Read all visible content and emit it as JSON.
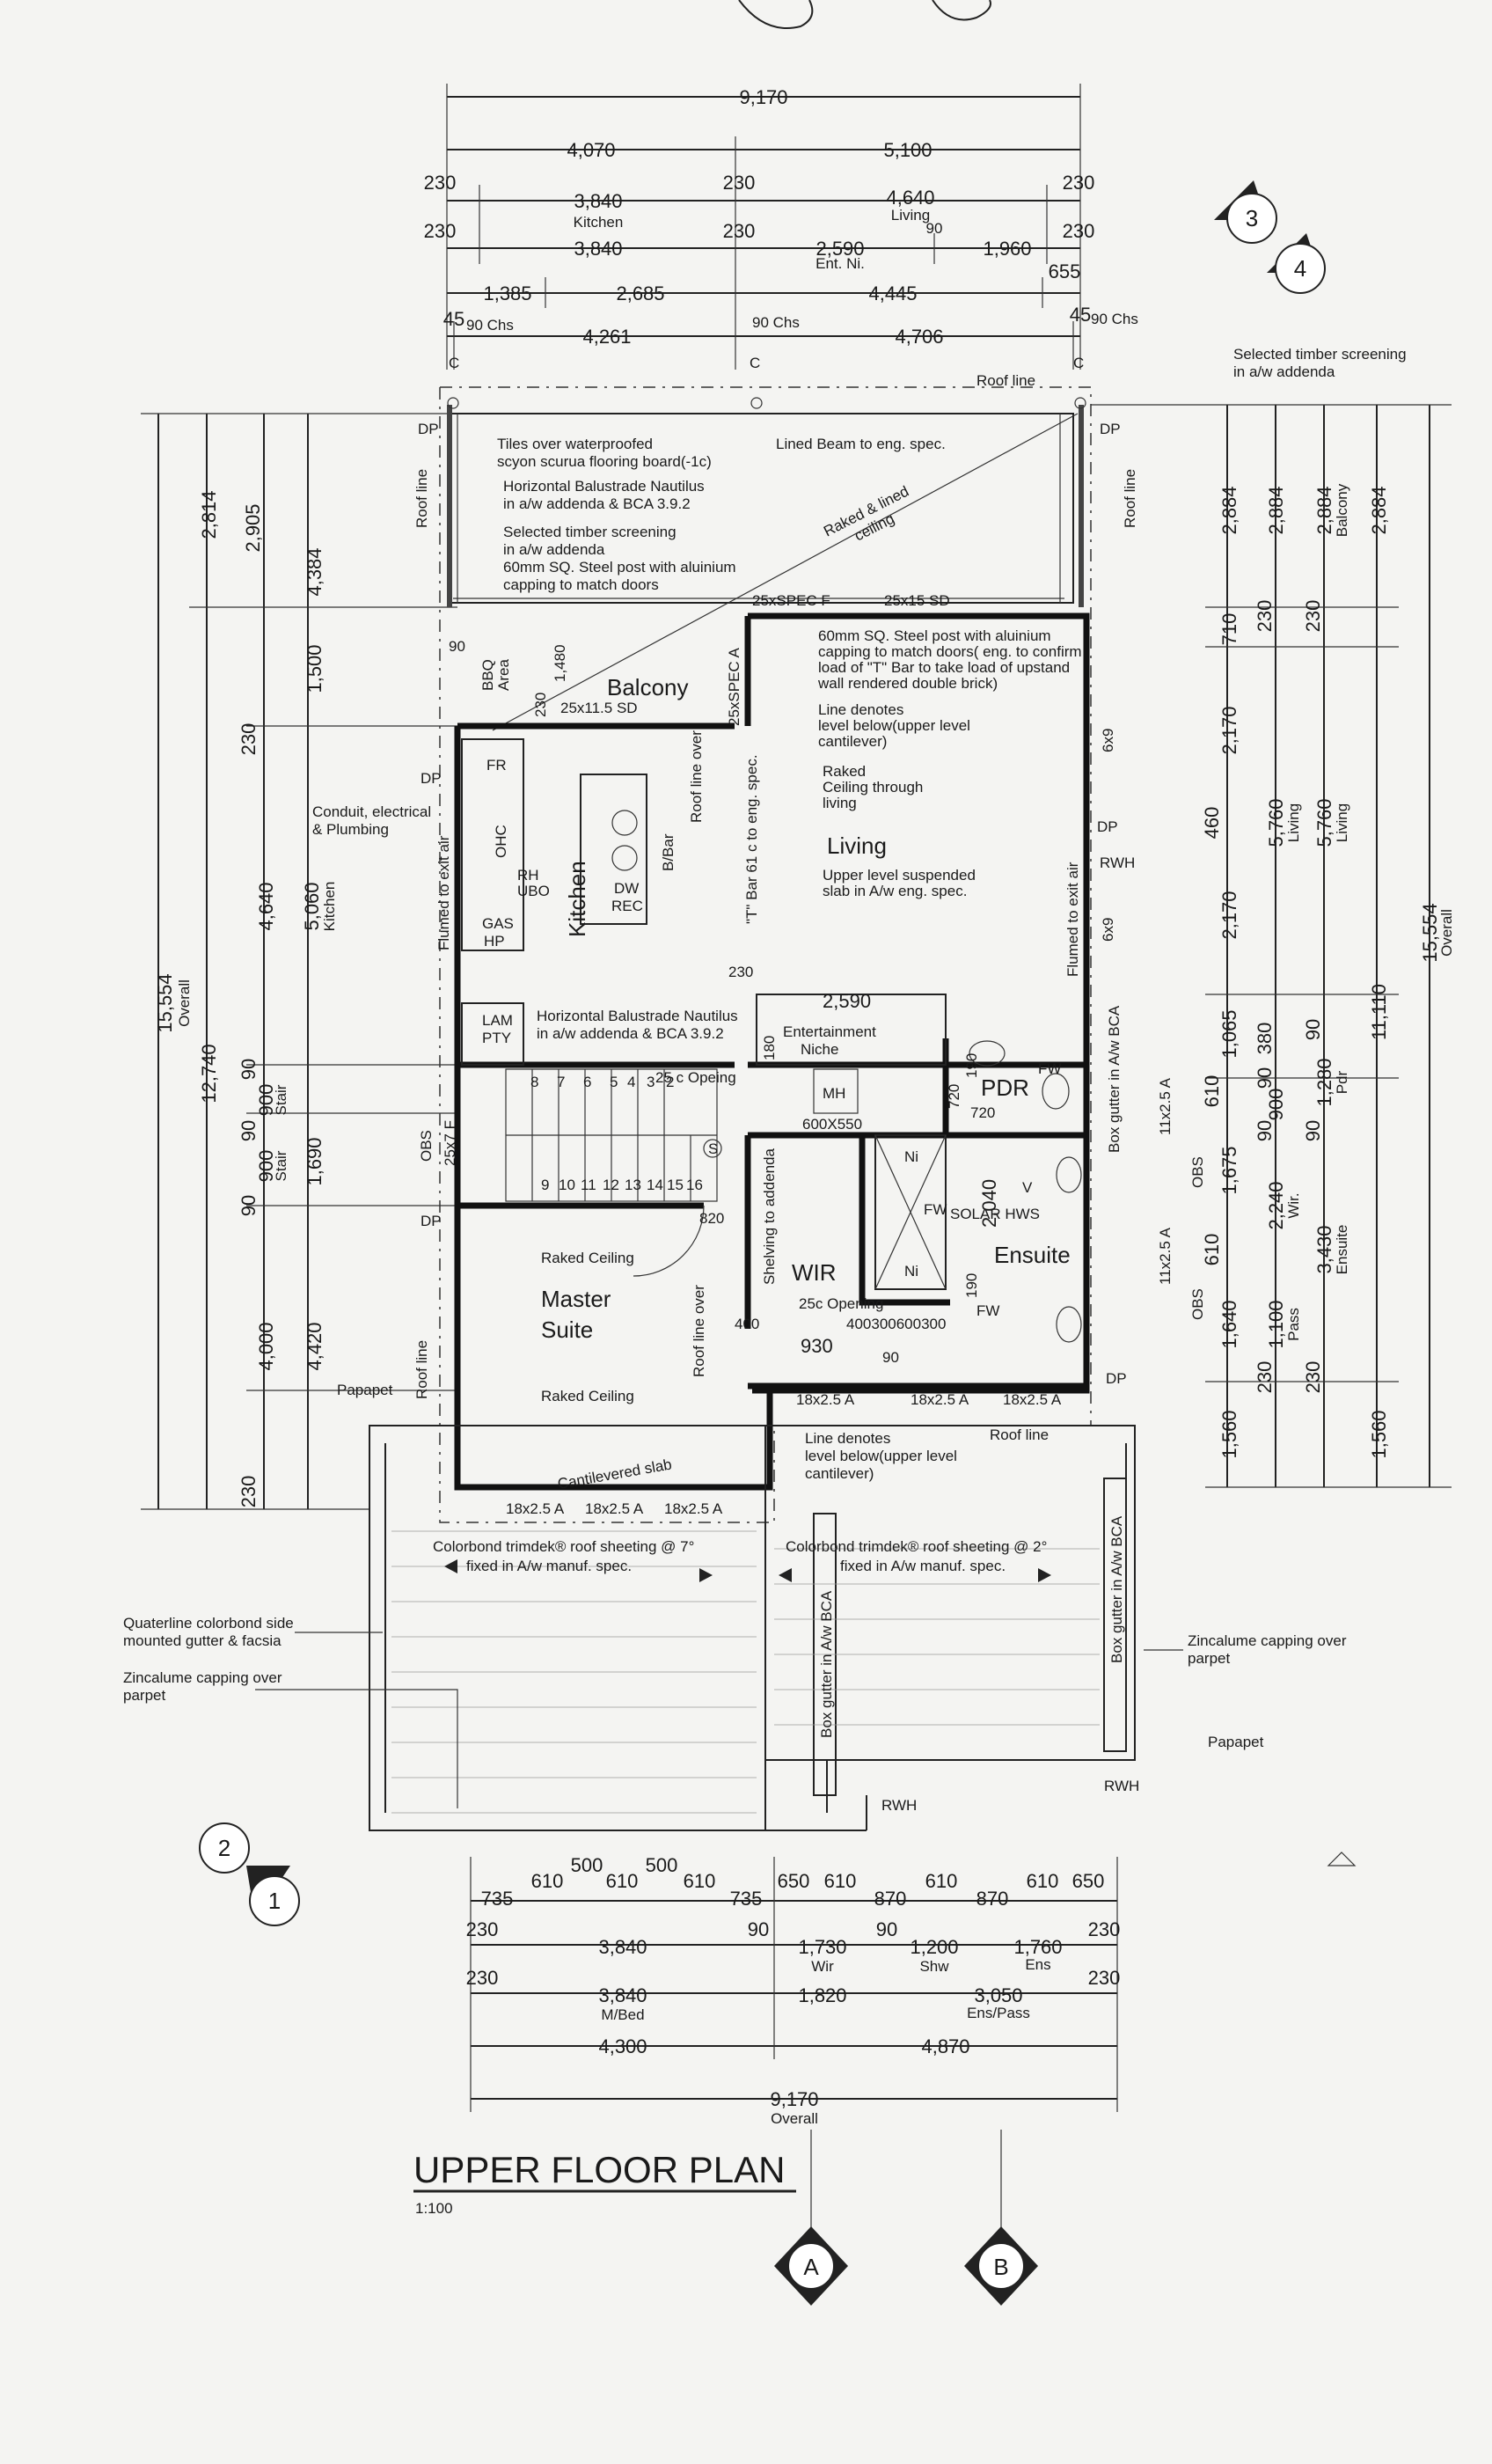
{
  "title": "UPPER FLOOR PLAN",
  "scale": "1:100",
  "top_dims": {
    "overall": "9,170",
    "row1": [
      "4,070",
      "5,100"
    ],
    "row2": [
      "230",
      "3,840",
      "230",
      "4,640",
      "230"
    ],
    "row2_sub": [
      "Kitchen",
      "Living",
      "90"
    ],
    "row3": [
      "230",
      "3,840",
      "230",
      "2,590",
      "1,960",
      "230"
    ],
    "row3_sub": "Ent. Ni.",
    "row4": [
      "1,385",
      "2,685",
      "4,445",
      "655"
    ],
    "row5": [
      "45",
      "4,261",
      "4,706",
      "45"
    ],
    "chs": [
      "90 Chs",
      "90 Chs",
      "90 Chs"
    ],
    "grid": [
      "C",
      "C",
      "C"
    ]
  },
  "bottom_dims": {
    "row1": [
      "735",
      "610",
      "500",
      "610",
      "500",
      "610",
      "735",
      "650",
      "610",
      "870",
      "610",
      "870",
      "610",
      "650"
    ],
    "row2": [
      "230",
      "3,840",
      "90",
      "1,730",
      "90",
      "1,200",
      "1,760",
      "230"
    ],
    "row2_sub": [
      "Wir",
      "Shw",
      "Ens"
    ],
    "row3": [
      "230",
      "3,840",
      "1,820",
      "3,050",
      "230"
    ],
    "row3_sub": [
      "M/Bed",
      "Ens/Pass"
    ],
    "row4": [
      "4,300",
      "4,870"
    ],
    "overall": "9,170",
    "overall_sub": "Overall"
  },
  "left_dims": {
    "col1": [
      "15,554",
      "Overall"
    ],
    "col2": [
      "2,814",
      "12,740"
    ],
    "col3": [
      "2,905",
      "230",
      "4,640",
      "90",
      "900",
      "Stair",
      "90",
      "900",
      "Stair",
      "90",
      "4,000",
      "230"
    ],
    "col4": [
      "4,384",
      "1,500",
      "5,060",
      "Kitchen",
      "1,690",
      "4,420"
    ]
  },
  "right_dims": {
    "col1": [
      "2,884",
      "710",
      "2,170",
      "460",
      "2,170",
      "1,065",
      "610",
      "1,675",
      "610",
      "1,640",
      "1,560"
    ],
    "col2": [
      "2,884",
      "230",
      "5,760",
      "Living",
      "380",
      "90",
      "900",
      "90",
      "2,240",
      "Wir.",
      "1,100",
      "Pass",
      "230"
    ],
    "col3": [
      "2,884",
      "Balcony",
      "230",
      "5,760",
      "Living",
      "90",
      "1,280",
      "Pdr",
      "90",
      "3,430",
      "Ensuite",
      "230"
    ],
    "col4": [
      "2,884",
      "11,110",
      "1,560"
    ],
    "col5": [
      "15,554",
      "Overall"
    ]
  },
  "rooms": {
    "balcony": "Balcony",
    "living": "Living",
    "kitchen": "Kitchen",
    "master": "Master",
    "suite": "Suite",
    "wir": "WIR",
    "ensuite": "Ensuite",
    "pdr": "PDR",
    "ent_niche": "Entertainment",
    "ent_niche2": "Niche",
    "bbq": "BBQ",
    "bbq2": "Area"
  },
  "notes": {
    "tiles": "Tiles over waterproofed",
    "tiles2": "scyon scurua flooring board(-1c)",
    "balustrade1": "Horizontal Balustrade Nautilus",
    "balustrade1b": "in a/w addenda & BCA 3.9.2",
    "screen1": "Selected timber screening",
    "screen1b": "in a/w addenda",
    "post1": "60mm SQ. Steel post with aluinium",
    "post1b": "capping to match doors",
    "lined_beam": "Lined Beam to eng. spec.",
    "raked_lined": "Raked & lined",
    "raked_lined2": "ceiling",
    "roof_line": "Roof line",
    "post2": "60mm SQ. Steel post with aluinium",
    "post2b": "capping to match doors( eng. to confirm",
    "post2c": "load of \"T\" Bar to take load of upstand",
    "post2d": "wall rendered double brick)",
    "line_denotes": "Line denotes",
    "line_denotes2": "level below(upper level",
    "line_denotes3": "cantilever)",
    "raked_ceiling_through": "Raked",
    "raked_ceiling_through2": "Ceiling through",
    "raked_ceiling_through3": "living",
    "upper_slab": "Upper level suspended",
    "upper_slab2": "slab in A/w eng. spec.",
    "conduit": "Conduit, electrical",
    "conduit2": "& Plumbing",
    "balustrade2": "Horizontal Balustrade Nautilus",
    "balustrade2b": "in a/w addenda & BCA 3.9.2",
    "screen_right": "Selected timber screening",
    "screen_right2": "in a/w addenda",
    "colorbond7": "Colorbond trimdek® roof sheeting @ 7°",
    "colorbond7b": "fixed in A/w manuf. spec.",
    "colorbond2": "Colorbond trimdek® roof sheeting @ 2°",
    "colorbond2b": "fixed in A/w manuf. spec.",
    "quaterline": "Quaterline colorbond side",
    "quaterline2": "mounted gutter & facsia",
    "zinc_left": "Zincalume capping over",
    "zinc_left2": "parpet",
    "zinc_right": "Zincalume capping over",
    "zinc_right2": "parpet",
    "papapet": "Papapet",
    "rwh": "RWH",
    "box_gutter": "Box gutter in A/w BCA",
    "cantilevered": "Cantilevered slab",
    "raked_ceiling": "Raked Ceiling",
    "flumed": "Flumed to exit air",
    "solar": "SOLAR HWS",
    "shelving": "Shelving to addenda",
    "opening25": "25 c Opeing",
    "opening25c": "25c Opening",
    "roof_over": "Roof line over",
    "t_bar": "\"T\" Bar 61 c to eng. spec.",
    "obs": "OBS",
    "dp": "DP",
    "fw": "FW"
  },
  "codes": {
    "spec_f": "25xSPEC  F",
    "w25x15": "25x15  SD",
    "w25x11": "25x11.5  SD",
    "spec_a": "25xSPEC  A",
    "w6x9": "6x9",
    "w11x25": "11x2.5  A",
    "w18x25": "18x2.5  A",
    "w25x7": "25x7  F",
    "bbar": "B/Bar",
    "fr": "FR",
    "ohc": "OHC",
    "rh": "RH",
    "ubo": "UBO",
    "dw": "DW",
    "rec": "REC",
    "gas": "GAS",
    "hp": "HP",
    "lam": "LAM",
    "pty": "PTY",
    "mh": "MH",
    "mh_size": "600X550",
    "ni": "Ni",
    "v": "V",
    "w90": "90",
    "w1480": "1,480",
    "w230": "230",
    "w2590": "2,590",
    "w180": "180",
    "w720": "720",
    "w190": "190",
    "w2040": "2,040",
    "w820": "820",
    "w400": "400",
    "w930": "930",
    "w400300600300": "400300600300",
    "stairs_top": [
      "8",
      "7",
      "6",
      "5",
      "4",
      "3",
      "2"
    ],
    "stairs_bot": [
      "9",
      "10",
      "11",
      "12",
      "13",
      "14",
      "15",
      "16"
    ],
    "s": "S"
  },
  "markers": {
    "sec1": "3",
    "sec2": "4",
    "sec3": "2",
    "sec4": "1",
    "gridA": "A",
    "gridB": "B"
  }
}
